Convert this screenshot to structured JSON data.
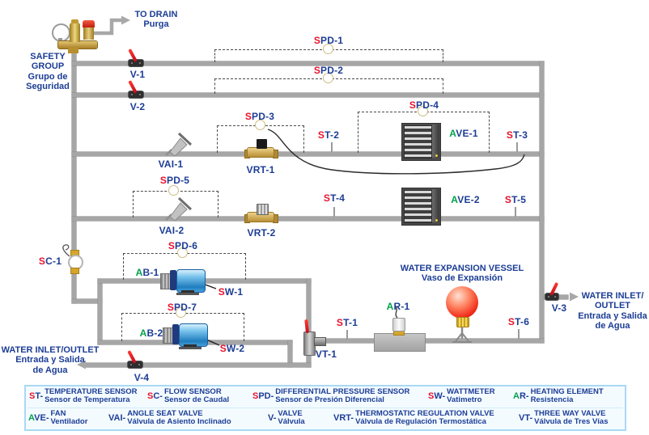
{
  "title_blocks": {
    "to_drain": {
      "en": "TO DRAIN",
      "es": "Purga"
    },
    "safety_group": {
      "en1": "SAFETY",
      "en2": "GROUP",
      "es1": "Grupo de",
      "es2": "Seguridad"
    },
    "expansion_vessel": {
      "en": "WATER EXPANSION VESSEL",
      "es": "Vaso de Expansión"
    },
    "water_right": {
      "l1": "WATER INLET/",
      "l2": "OUTLET",
      "l3": "Entrada y Salida",
      "l4": "de Agua"
    },
    "water_left": {
      "l1": "WATER INLET/OUTLET",
      "l2": "Entrada y Salida",
      "l3": "de Agua"
    }
  },
  "tags": {
    "spd1": {
      "red": "S",
      "blue": "PD-1"
    },
    "spd2": {
      "red": "S",
      "blue": "PD-2"
    },
    "spd3": {
      "red": "S",
      "blue": "PD-3"
    },
    "spd4": {
      "red": "S",
      "blue": "PD-4"
    },
    "spd5": {
      "red": "S",
      "blue": "PD-5"
    },
    "spd6": {
      "red": "S",
      "blue": "PD-6"
    },
    "spd7": {
      "red": "S",
      "blue": "PD-7"
    },
    "st1": {
      "red": "S",
      "blue": "T-1"
    },
    "st2": {
      "red": "S",
      "blue": "T-2"
    },
    "st3": {
      "red": "S",
      "blue": "T-3"
    },
    "st4": {
      "red": "S",
      "blue": "T-4"
    },
    "st5": {
      "red": "S",
      "blue": "T-5"
    },
    "st6": {
      "red": "S",
      "blue": "T-6"
    },
    "sc1": {
      "red": "S",
      "blue": "C-1"
    },
    "sw1": {
      "red": "S",
      "blue": "W-1"
    },
    "sw2": {
      "red": "S",
      "blue": "W-2"
    },
    "ab1": {
      "green": "A",
      "blue": "B-1"
    },
    "ab2": {
      "green": "A",
      "blue": "B-2"
    },
    "ave1": {
      "green": "A",
      "blue": "VE-1"
    },
    "ave2": {
      "green": "A",
      "blue": "VE-2"
    },
    "ar1": {
      "green": "A",
      "blue": "R-1"
    },
    "v1": {
      "blue": "V-1"
    },
    "v2": {
      "blue": "V-2"
    },
    "v3": {
      "blue": "V-3"
    },
    "v4": {
      "blue": "V-4"
    },
    "vai1": {
      "blue": "VAI-1"
    },
    "vai2": {
      "blue": "VAI-2"
    },
    "vrt1": {
      "blue": "VRT-1"
    },
    "vrt2": {
      "blue": "VRT-2"
    },
    "vt1": {
      "blue": "VT-1"
    }
  },
  "legend": {
    "st": {
      "red": "S",
      "blue": "T-",
      "en": "TEMPERATURE SENSOR",
      "es": "Sensor de Temperatura"
    },
    "sc": {
      "red": "S",
      "blue": "C-",
      "en": "FLOW SENSOR",
      "es": "Sensor de Caudal"
    },
    "spd": {
      "red": "S",
      "blue": "PD-",
      "en": "DIFFERENTIAL PRESSURE SENSOR",
      "es": "Sensor de Presión Diferencial"
    },
    "sw": {
      "red": "S",
      "blue": "W-",
      "en": "WATTMETER",
      "es": "Vatimetro"
    },
    "ar": {
      "green": "A",
      "blue": "R-",
      "en": "HEATING ELEMENT",
      "es": "Resistencia"
    },
    "ave": {
      "green": "A",
      "blue": "VE-",
      "en": "FAN",
      "es": "Ventilador"
    },
    "vai": {
      "blue": "VAI-",
      "en": "ANGLE SEAT VALVE",
      "es": "Válvula de Asiento Inclinado"
    },
    "v": {
      "blue": "V-",
      "en": "VALVE",
      "es": "Válvula"
    },
    "vrt": {
      "blue": "VRT-",
      "en": "THERMOSTATIC REGULATION VALVE",
      "es": "Válvula de Regulación Termostática"
    },
    "vt": {
      "blue": "VT-",
      "en": "THREE WAY VALVE",
      "es": "Válvula de Tres Vías"
    }
  },
  "colors": {
    "blue": "#1c3d96",
    "red": "#e8132b",
    "green": "#00a14b",
    "pipe": "#a6a6a6",
    "legend_border": "#a9d9f4"
  }
}
